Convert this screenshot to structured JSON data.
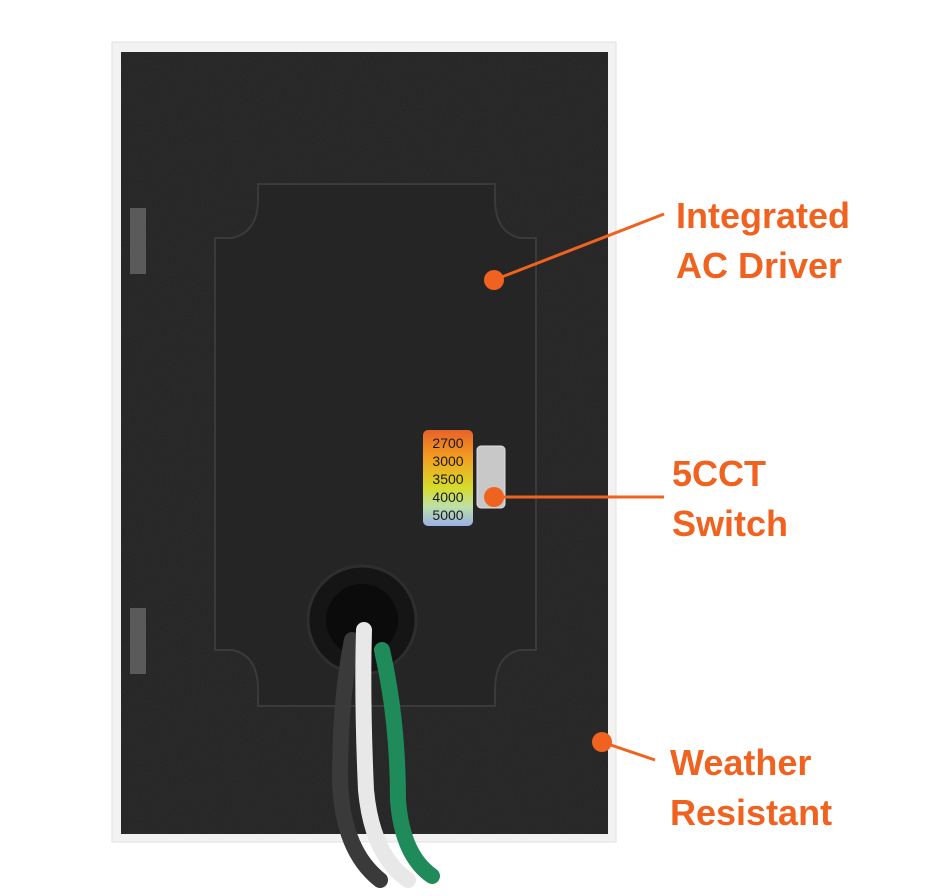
{
  "colors": {
    "accent": "#f0621f",
    "housing": "#1e1e1e",
    "plate": "#222222"
  },
  "callouts": [
    {
      "line1": "Integrated",
      "line2": "AC Driver"
    },
    {
      "line1": "5CCT",
      "line2": "Switch"
    },
    {
      "line1": "Weather",
      "line2": "Resistant"
    }
  ],
  "cct_options": [
    "2700",
    "3000",
    "3500",
    "4000",
    "5000"
  ]
}
